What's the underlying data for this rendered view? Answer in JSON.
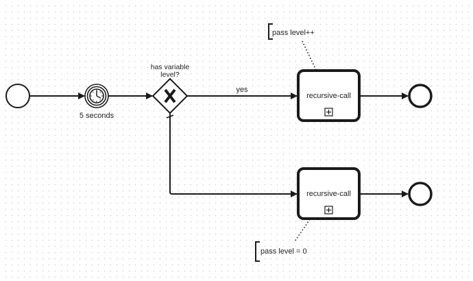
{
  "diagram": {
    "type": "BPMN process",
    "colors": {
      "stroke": "#1a1a1a",
      "text": "#222222",
      "background": "#ffffff",
      "grid_dot": "#d6d6d6"
    },
    "start_event": {
      "label": ""
    },
    "timer_event": {
      "label": "5 seconds",
      "icon": "clock-icon"
    },
    "gateway": {
      "label_line1": "has variable",
      "label_line2": "level?",
      "icon": "x-icon",
      "type": "exclusive"
    },
    "flows": {
      "yes_label": "yes"
    },
    "tasks": [
      {
        "label": "recursive-call",
        "marker": "collapsed-subprocess-plus-icon"
      },
      {
        "label": "recursive-call",
        "marker": "collapsed-subprocess-plus-icon"
      }
    ],
    "annotations": [
      {
        "text": "pass level++"
      },
      {
        "text": "pass level = 0"
      }
    ],
    "end_events": [
      {
        "label": ""
      },
      {
        "label": ""
      }
    ]
  }
}
